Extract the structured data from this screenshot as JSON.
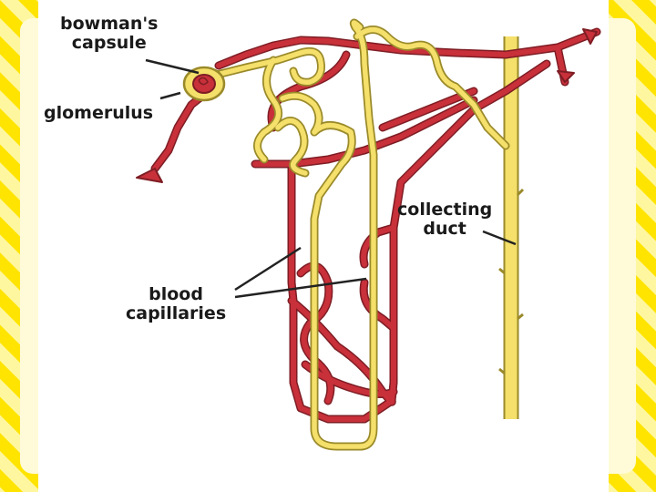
{
  "slide": {
    "border_colors": {
      "light": "#fff8a8",
      "dark": "#ffe000",
      "panel": "#ffffff"
    }
  },
  "diagram": {
    "labels": {
      "bowmans_capsule": {
        "line1": "bowman's",
        "line2": "capsule"
      },
      "glomerulus": "glomerulus",
      "collecting_duct": {
        "line1": "collecting",
        "line2": "duct"
      },
      "blood_capillaries": {
        "line1": "blood",
        "line2": "capillaries"
      }
    },
    "colors": {
      "vessel": "#c8303a",
      "vessel_outline": "#7e1d24",
      "tubule": "#f4e06a",
      "tubule_outline": "#9a8a2a",
      "leader": "#222222"
    }
  }
}
